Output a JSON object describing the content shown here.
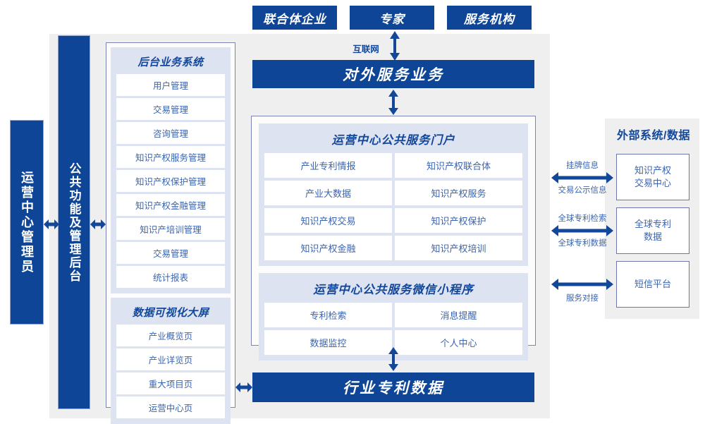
{
  "title_actors": [
    {
      "label": "联合体企业"
    },
    {
      "label": "专家"
    },
    {
      "label": "服务机构"
    }
  ],
  "internet_label": "互联网",
  "left": {
    "admin_bar": "运营中心管理员",
    "backend_bar": "公共功能及管理后台",
    "groups": [
      {
        "title": "后台业务系统",
        "items": [
          "用户管理",
          "交易管理",
          "咨询管理",
          "知识产权服务管理",
          "知识产权保护管理",
          "知识产权金融管理",
          "知识产培训管理",
          "交易管理",
          "统计报表"
        ]
      },
      {
        "title": "数据可视化大屏",
        "items": [
          "产业概览页",
          "产业详览页",
          "重大项目页",
          "运营中心页"
        ]
      }
    ]
  },
  "center": {
    "external_service_bar": "对外服务业务",
    "industry_data_bar": "行业专利数据",
    "groups": [
      {
        "title": "运营中心公共服务门户",
        "items": [
          "产业专利情报",
          "知识产权联合体",
          "产业大数据",
          "知识产权服务",
          "知识产权交易",
          "知识产权保护",
          "知识产权金融",
          "知识产权培训"
        ]
      },
      {
        "title": "运营中心公共服务微信小程序",
        "items": [
          "专利检索",
          "消息提醒",
          "数据监控",
          "个人中心"
        ]
      }
    ]
  },
  "external": {
    "title": "外部系统/数据",
    "boxes": [
      {
        "label": "知识产权\n交易中心",
        "line1": "知识产权",
        "line2": "交易中心"
      },
      {
        "label": "全球专利\n数据",
        "line1": "全球专利",
        "line2": "数据"
      },
      {
        "label": "短信平台",
        "line1": "短信平台",
        "line2": ""
      }
    ],
    "arrow_labels": [
      {
        "top": "挂牌信息",
        "bottom": "交易公示信息"
      },
      {
        "top": "全球专利检索",
        "bottom": "全球专利数据"
      },
      {
        "top": "",
        "bottom": "服务对接"
      }
    ]
  },
  "colors": {
    "navy": "#0e4596",
    "panel_blue": "#dde3f0",
    "text_blue": "#3a64b0",
    "title_blue": "#12479a",
    "frame_grey": "#efefef",
    "border_blue": "#7b84b5"
  }
}
